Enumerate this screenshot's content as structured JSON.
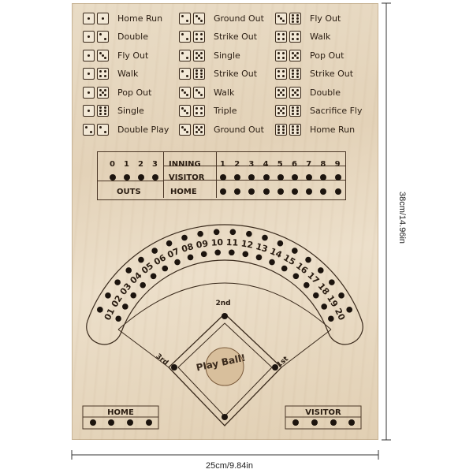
{
  "dice_table": {
    "col1": [
      "Home Run",
      "Double",
      "Fly Out",
      "Walk",
      "Pop Out",
      "Single",
      "Double Play"
    ],
    "col2": [
      "Ground Out",
      "Strike Out",
      "Single",
      "Strike Out",
      "Walk",
      "Triple",
      "Ground Out"
    ],
    "col3": [
      "Fly Out",
      "Walk",
      "Pop Out",
      "Strike Out",
      "Double",
      "Sacrifice Fly",
      "Home Run"
    ]
  },
  "scoreboard": {
    "outs_label": "OUTS",
    "inning_label": "INNING",
    "visitor_label": "VISITOR",
    "home_label": "HOME",
    "out_numbers": [
      "0",
      "1",
      "2",
      "3"
    ],
    "innings": [
      "1",
      "2",
      "3",
      "4",
      "5",
      "6",
      "7",
      "8",
      "9"
    ]
  },
  "field": {
    "runs_numbers": [
      "01",
      "02",
      "03",
      "04",
      "05",
      "06",
      "07",
      "08",
      "09",
      "10",
      "11",
      "12",
      "13",
      "14",
      "15",
      "16",
      "17",
      "18",
      "19",
      "20"
    ],
    "second_base": "2nd",
    "third_base": "3rd",
    "first_base": "1st",
    "center_logo": "Play Ball!"
  },
  "bottom": {
    "home_label": "HOME",
    "visitor_label": "VISITOR"
  },
  "dimensions": {
    "height": "38cm/14.96in",
    "width": "25cm/9.84in"
  }
}
